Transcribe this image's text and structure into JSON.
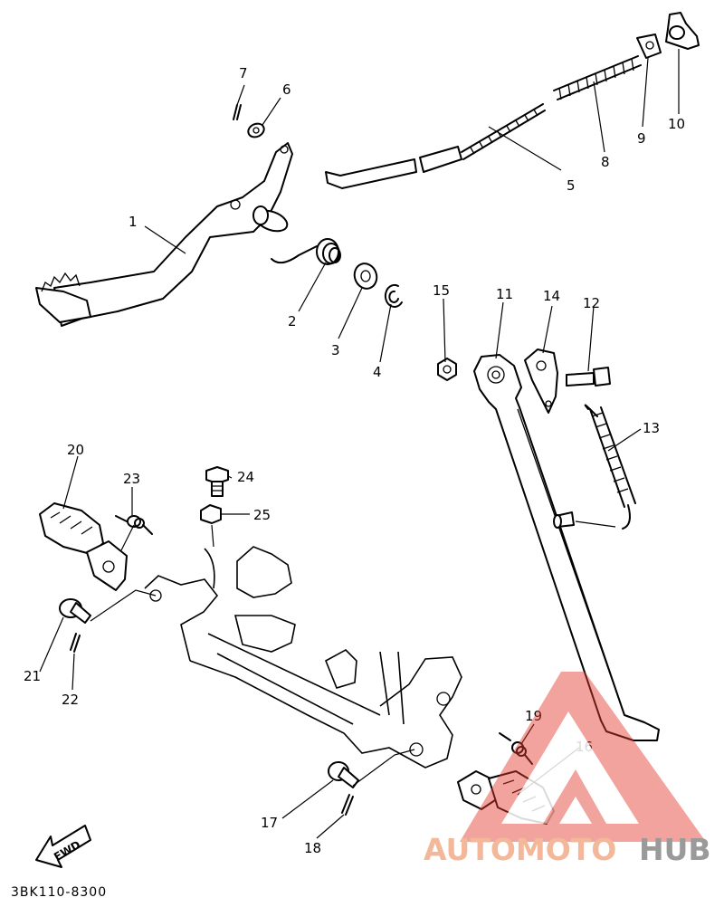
{
  "diagram": {
    "drawing_code": "3BK110-8300",
    "fwd_label": "FWD",
    "part_numbers": [
      "1",
      "2",
      "3",
      "4",
      "5",
      "6",
      "7",
      "8",
      "9",
      "10",
      "11",
      "12",
      "13",
      "14",
      "15",
      "16",
      "17",
      "18",
      "19",
      "20",
      "21",
      "22",
      "23",
      "24",
      "25"
    ]
  },
  "watermark": {
    "brand_part1": "AUTOMOTO",
    "brand_part2": "HUB",
    "colors": {
      "logo": "#e23b2e",
      "text_light": "#f3b89a",
      "text_dark": "#9a9a9a"
    }
  }
}
